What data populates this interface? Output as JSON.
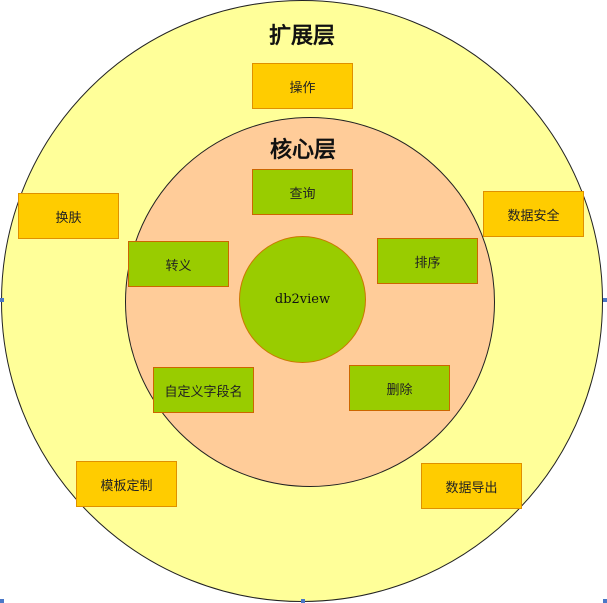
{
  "outer_layer": {
    "title": "扩展层"
  },
  "inner_layer": {
    "title": "核心层"
  },
  "core": {
    "label": "db2view"
  },
  "extension_items": [
    {
      "label": "操作"
    },
    {
      "label": "换肤"
    },
    {
      "label": "数据安全"
    },
    {
      "label": "模板定制"
    },
    {
      "label": "数据导出"
    }
  ],
  "core_items": [
    {
      "label": "查询"
    },
    {
      "label": "转义"
    },
    {
      "label": "排序"
    },
    {
      "label": "自定义字段名"
    },
    {
      "label": "删除"
    }
  ],
  "colors": {
    "outer_fill": "#ffff99",
    "inner_fill": "#ffcc99",
    "core_fill": "#99cc00",
    "extension_box": "#ffcc00",
    "core_box": "#99cc00"
  }
}
